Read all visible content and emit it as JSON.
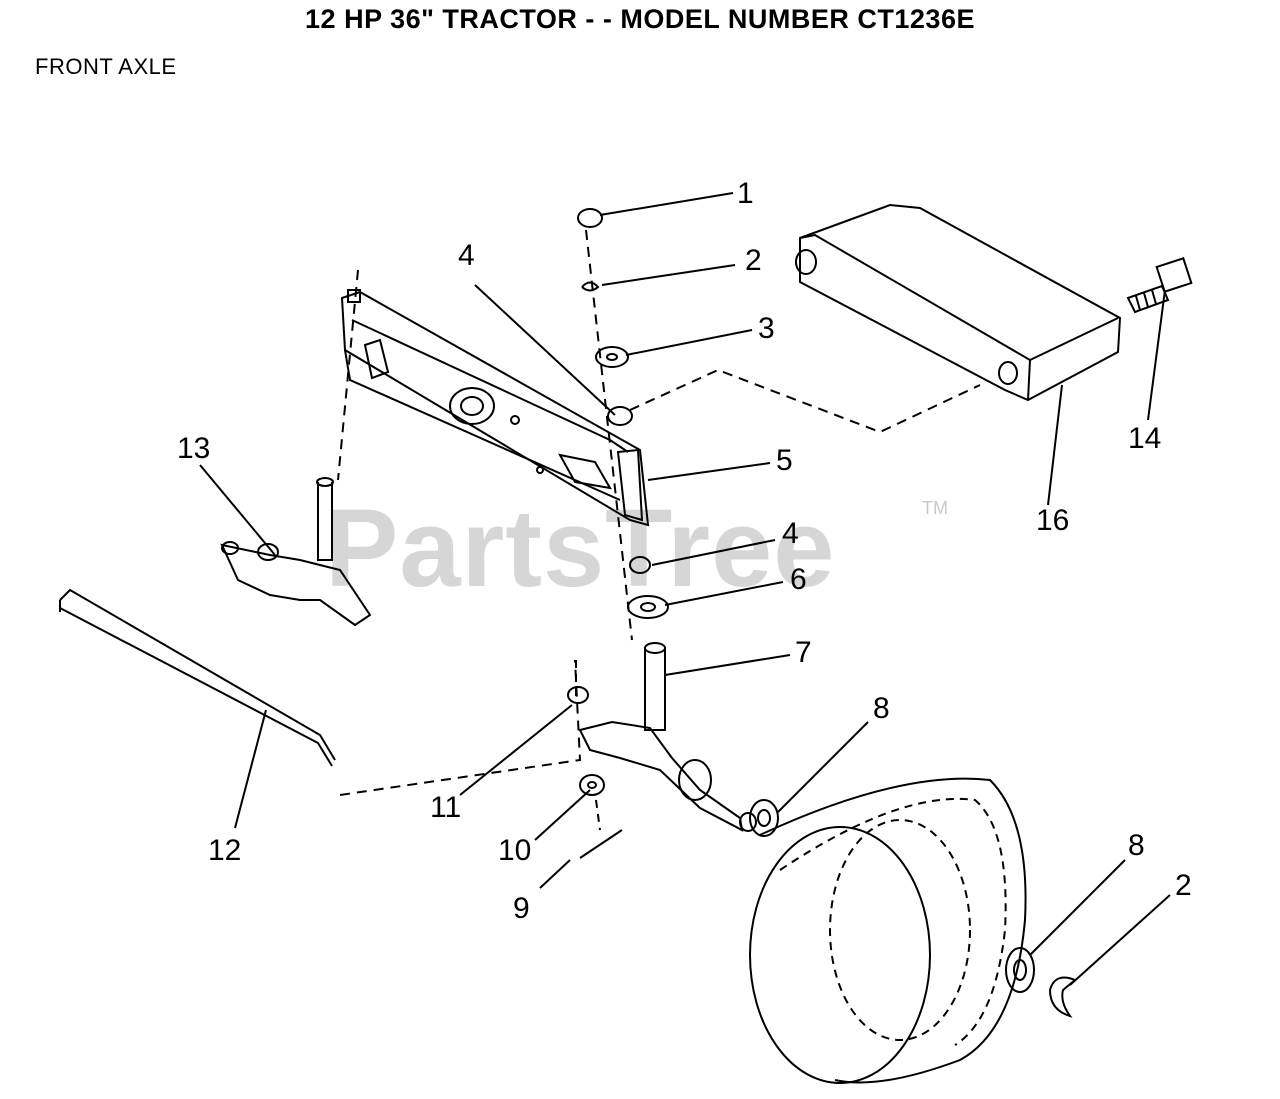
{
  "title": "12 HP 36\" TRACTOR - - MODEL NUMBER CT1236E",
  "subtitle": "FRONT AXLE",
  "watermark": "PartsTree",
  "trademark": "TM",
  "callouts": {
    "c1": "1",
    "c2a": "2",
    "c3": "3",
    "c4a": "4",
    "c5": "5",
    "c4b": "4",
    "c6": "6",
    "c7": "7",
    "c8a": "8",
    "c11": "11",
    "c10": "10",
    "c9": "9",
    "c12": "12",
    "c13": "13",
    "c14": "14",
    "c16": "16",
    "c8b": "8",
    "c2b": "2"
  }
}
